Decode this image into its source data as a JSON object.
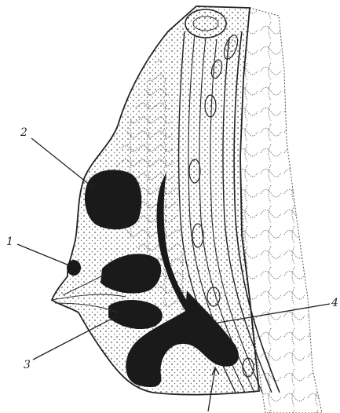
{
  "figure": {
    "labels": [
      {
        "text": "1",
        "part": "small-cyst"
      },
      {
        "text": "2",
        "part": "upper-cyst"
      },
      {
        "text": "3",
        "part": "lower-pocket"
      },
      {
        "text": "4",
        "part": "lower-lobe-cavity"
      }
    ],
    "colors": {
      "ink": "#1a1a1a",
      "paper": "#ffffff",
      "stipple": "#555555"
    }
  }
}
